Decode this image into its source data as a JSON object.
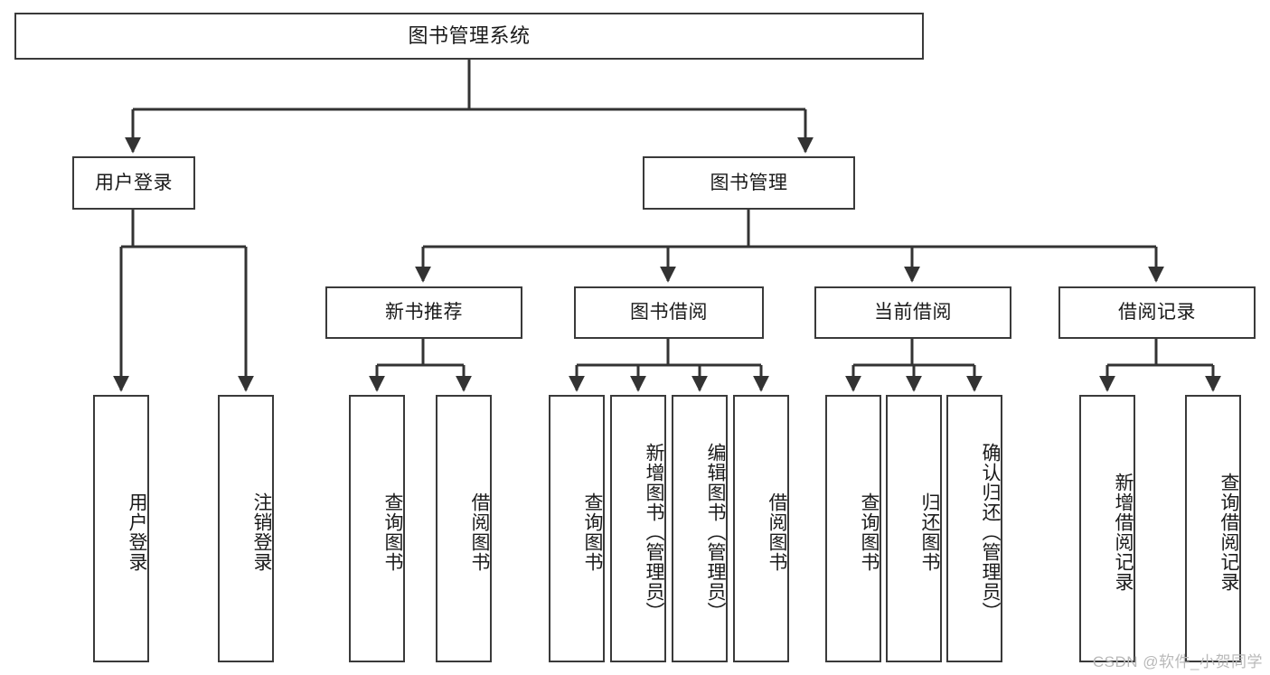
{
  "diagram": {
    "title": "图书管理系统",
    "type": "tree-hierarchy",
    "colors": {
      "box_border": "#3a3a3a",
      "box_fill": "#ffffff",
      "edge": "#333333",
      "text": "#1a1a1a",
      "watermark": "#b9b9b9",
      "background": "#ffffff"
    },
    "watermark": "CSDN @软件_小贺同学",
    "nodes": {
      "root": {
        "label": "图书管理系统"
      },
      "level1": [
        {
          "id": "user-login",
          "label": "用户登录"
        },
        {
          "id": "book-manage",
          "label": "图书管理"
        }
      ],
      "level2": [
        {
          "id": "new-book-recommend",
          "label": "新书推荐"
        },
        {
          "id": "book-borrow",
          "label": "图书借阅"
        },
        {
          "id": "current-borrow",
          "label": "当前借阅"
        },
        {
          "id": "borrow-record",
          "label": "借阅记录"
        }
      ],
      "leaves": {
        "user_login": [
          {
            "id": "leaf-user-login",
            "label": "用户登录"
          },
          {
            "id": "leaf-logout-login",
            "label": "注销登录"
          }
        ],
        "new_book_recommend": [
          {
            "id": "leaf-query-book-1",
            "label": "查询图书"
          },
          {
            "id": "leaf-borrow-book-1",
            "label": "借阅图书"
          }
        ],
        "book_borrow": [
          {
            "id": "leaf-query-book-2",
            "label": "查询图书"
          },
          {
            "id": "leaf-add-book-admin",
            "label": "新增图书（管理员）"
          },
          {
            "id": "leaf-edit-book-admin",
            "label": "编辑图书（管理员）"
          },
          {
            "id": "leaf-borrow-book-2",
            "label": "借阅图书"
          }
        ],
        "current_borrow": [
          {
            "id": "leaf-query-book-3",
            "label": "查询图书"
          },
          {
            "id": "leaf-return-book",
            "label": "归还图书"
          },
          {
            "id": "leaf-confirm-return-admin",
            "label": "确认归还（管理员）"
          }
        ],
        "borrow_record": [
          {
            "id": "leaf-add-borrow-record",
            "label": "新增借阅记录"
          },
          {
            "id": "leaf-query-borrow-record",
            "label": "查询借阅记录"
          }
        ]
      }
    }
  }
}
